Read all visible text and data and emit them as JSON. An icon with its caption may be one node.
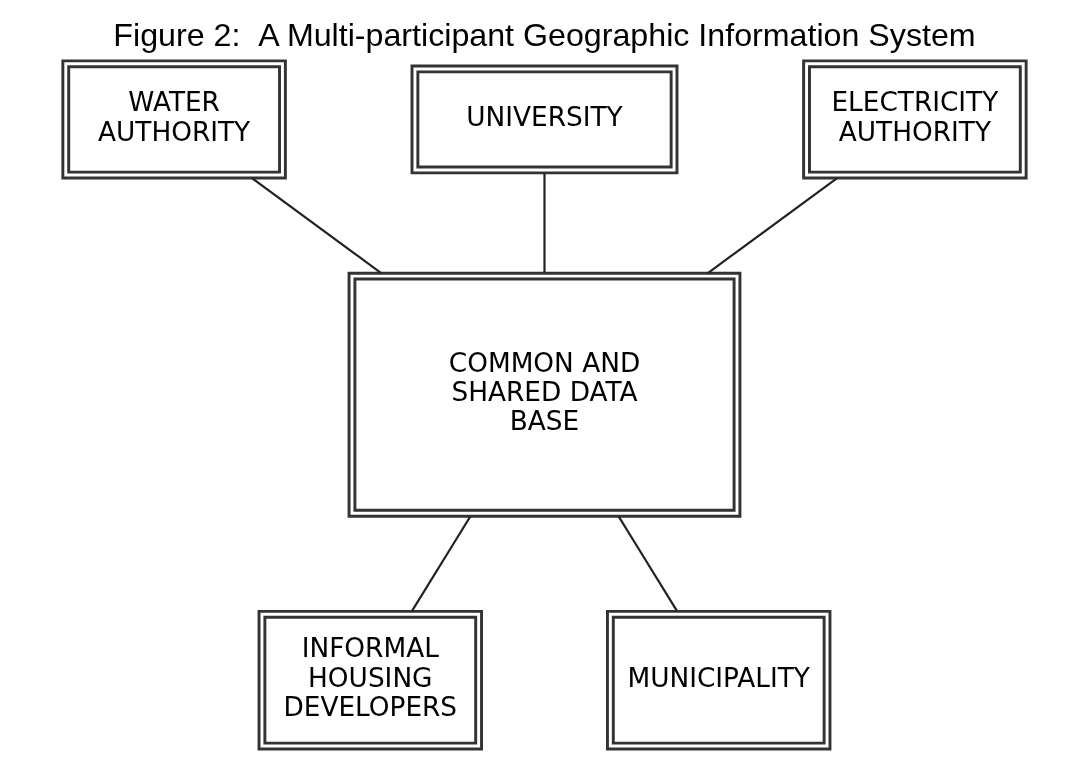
{
  "diagram": {
    "title": "Figure 2:  A Multi-participant Geographic Information System",
    "nodes": [
      {
        "text": [
          "WATER AUTHORITY"
        ]
      },
      {
        "text": [
          "UNIVERSITY"
        ]
      },
      {
        "text": [
          "ELECTRICITY AUTHORITY"
        ]
      },
      {
        "text": [
          "COMMON AND SHARED DATA BASE"
        ]
      },
      {
        "text": [
          "INFORMAL HOUSING DEVELOPERS"
        ]
      },
      {
        "text": [
          "MUNICIPALITY"
        ]
      }
    ],
    "edges": [
      {
        "from": 1,
        "to": 3,
        "arrow": "none"
      },
      {
        "from": 0,
        "to": 3,
        "arrow": "none"
      },
      {
        "from": 2,
        "to": 3,
        "arrow": "none"
      },
      {
        "from": 3,
        "to": 4,
        "arrow": "none"
      },
      {
        "from": 3,
        "to": 5,
        "arrow": "none"
      }
    ]
  }
}
